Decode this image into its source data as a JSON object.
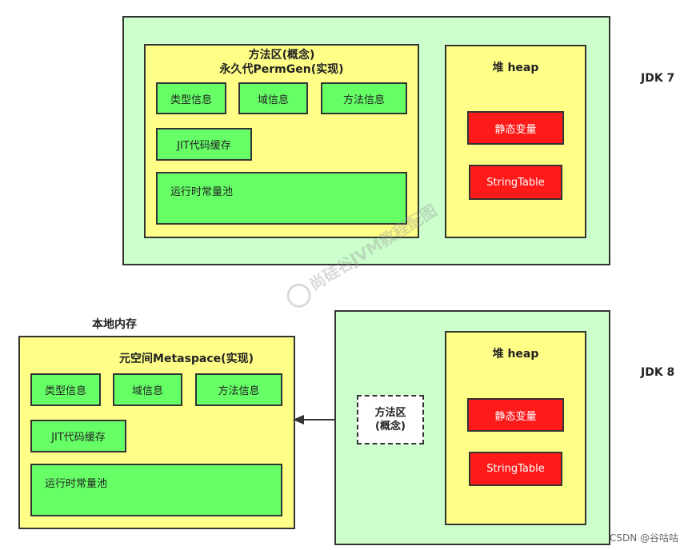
{
  "jdk7": {
    "label": "JDK 7",
    "method_area_title": "方法区(概念)",
    "method_area_impl": "永久代PermGen(实现)",
    "boxes": {
      "type_info": "类型信息",
      "field_info": "域信息",
      "method_info": "方法信息",
      "jit_cache": "JIT代码缓存",
      "runtime_pool": "运行时常量池"
    },
    "heap": {
      "title": "堆 heap",
      "static_vars": "静态变量",
      "string_table": "StringTable"
    }
  },
  "jdk8": {
    "label": "JDK 8",
    "native_memory": "本地内存",
    "metaspace_title": "元空间Metaspace(实现)",
    "boxes": {
      "type_info": "类型信息",
      "field_info": "域信息",
      "method_info": "方法信息",
      "jit_cache": "JIT代码缓存",
      "runtime_pool": "运行时常量池"
    },
    "method_area_concept_line1": "方法区",
    "method_area_concept_line2": "(概念)",
    "heap": {
      "title": "堆 heap",
      "static_vars": "静态变量",
      "string_table": "StringTable"
    }
  },
  "watermark": "尚硅谷JVM教程配图",
  "credit": "CSDN @谷咕咕",
  "colors": {
    "outer_green": "#ccffcc",
    "yellow": "#ffff88",
    "green_box": "#66ff66",
    "red_box": "#ff1a1a"
  }
}
